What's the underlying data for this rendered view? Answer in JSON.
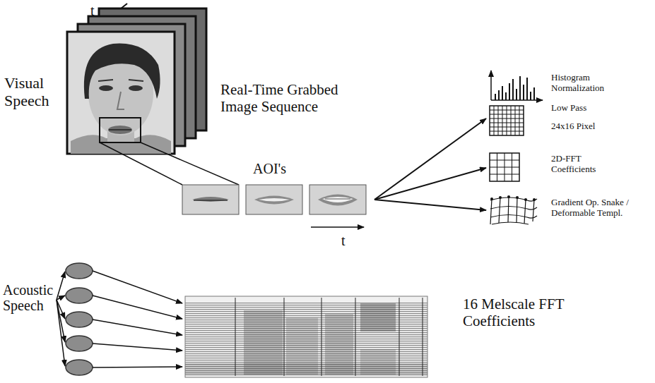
{
  "diagram": {
    "labels": [
      "t",
      "Visual Speech",
      "Real-Time Grabbed Image Sequence",
      "AOI's",
      "t",
      "Histogram Normalization",
      "Low Pass",
      "24x16 Pixel",
      "2D-FFT Coefficients",
      "Gradient Op. Snake / Deformable Templ.",
      "Acoustic Speech",
      "16 Melscale FFT Coefficients"
    ]
  }
}
